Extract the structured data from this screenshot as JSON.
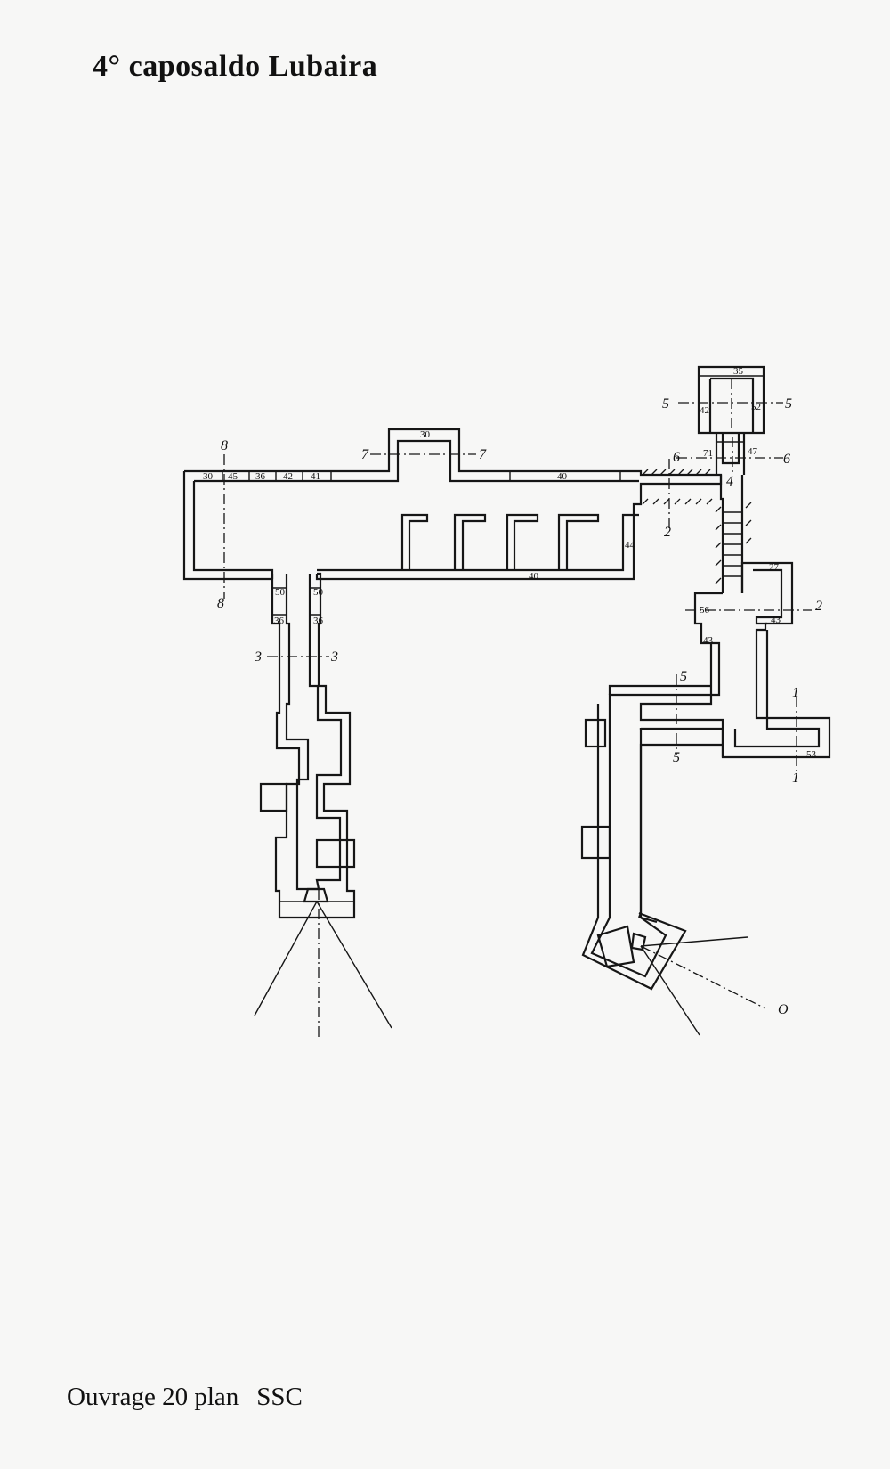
{
  "title": "4° caposaldo Lubaira",
  "caption": {
    "main": "Ouvrage 20 plan",
    "suffix": "SSC"
  },
  "section_markers": [
    "1",
    "2",
    "3",
    "4",
    "5",
    "6",
    "7",
    "8",
    "O"
  ],
  "wall_labels": [
    "30",
    "45",
    "36",
    "42",
    "41",
    "35",
    "52",
    "71",
    "47",
    "27",
    "56",
    "43",
    "53",
    "50",
    "36",
    "44",
    "40"
  ]
}
